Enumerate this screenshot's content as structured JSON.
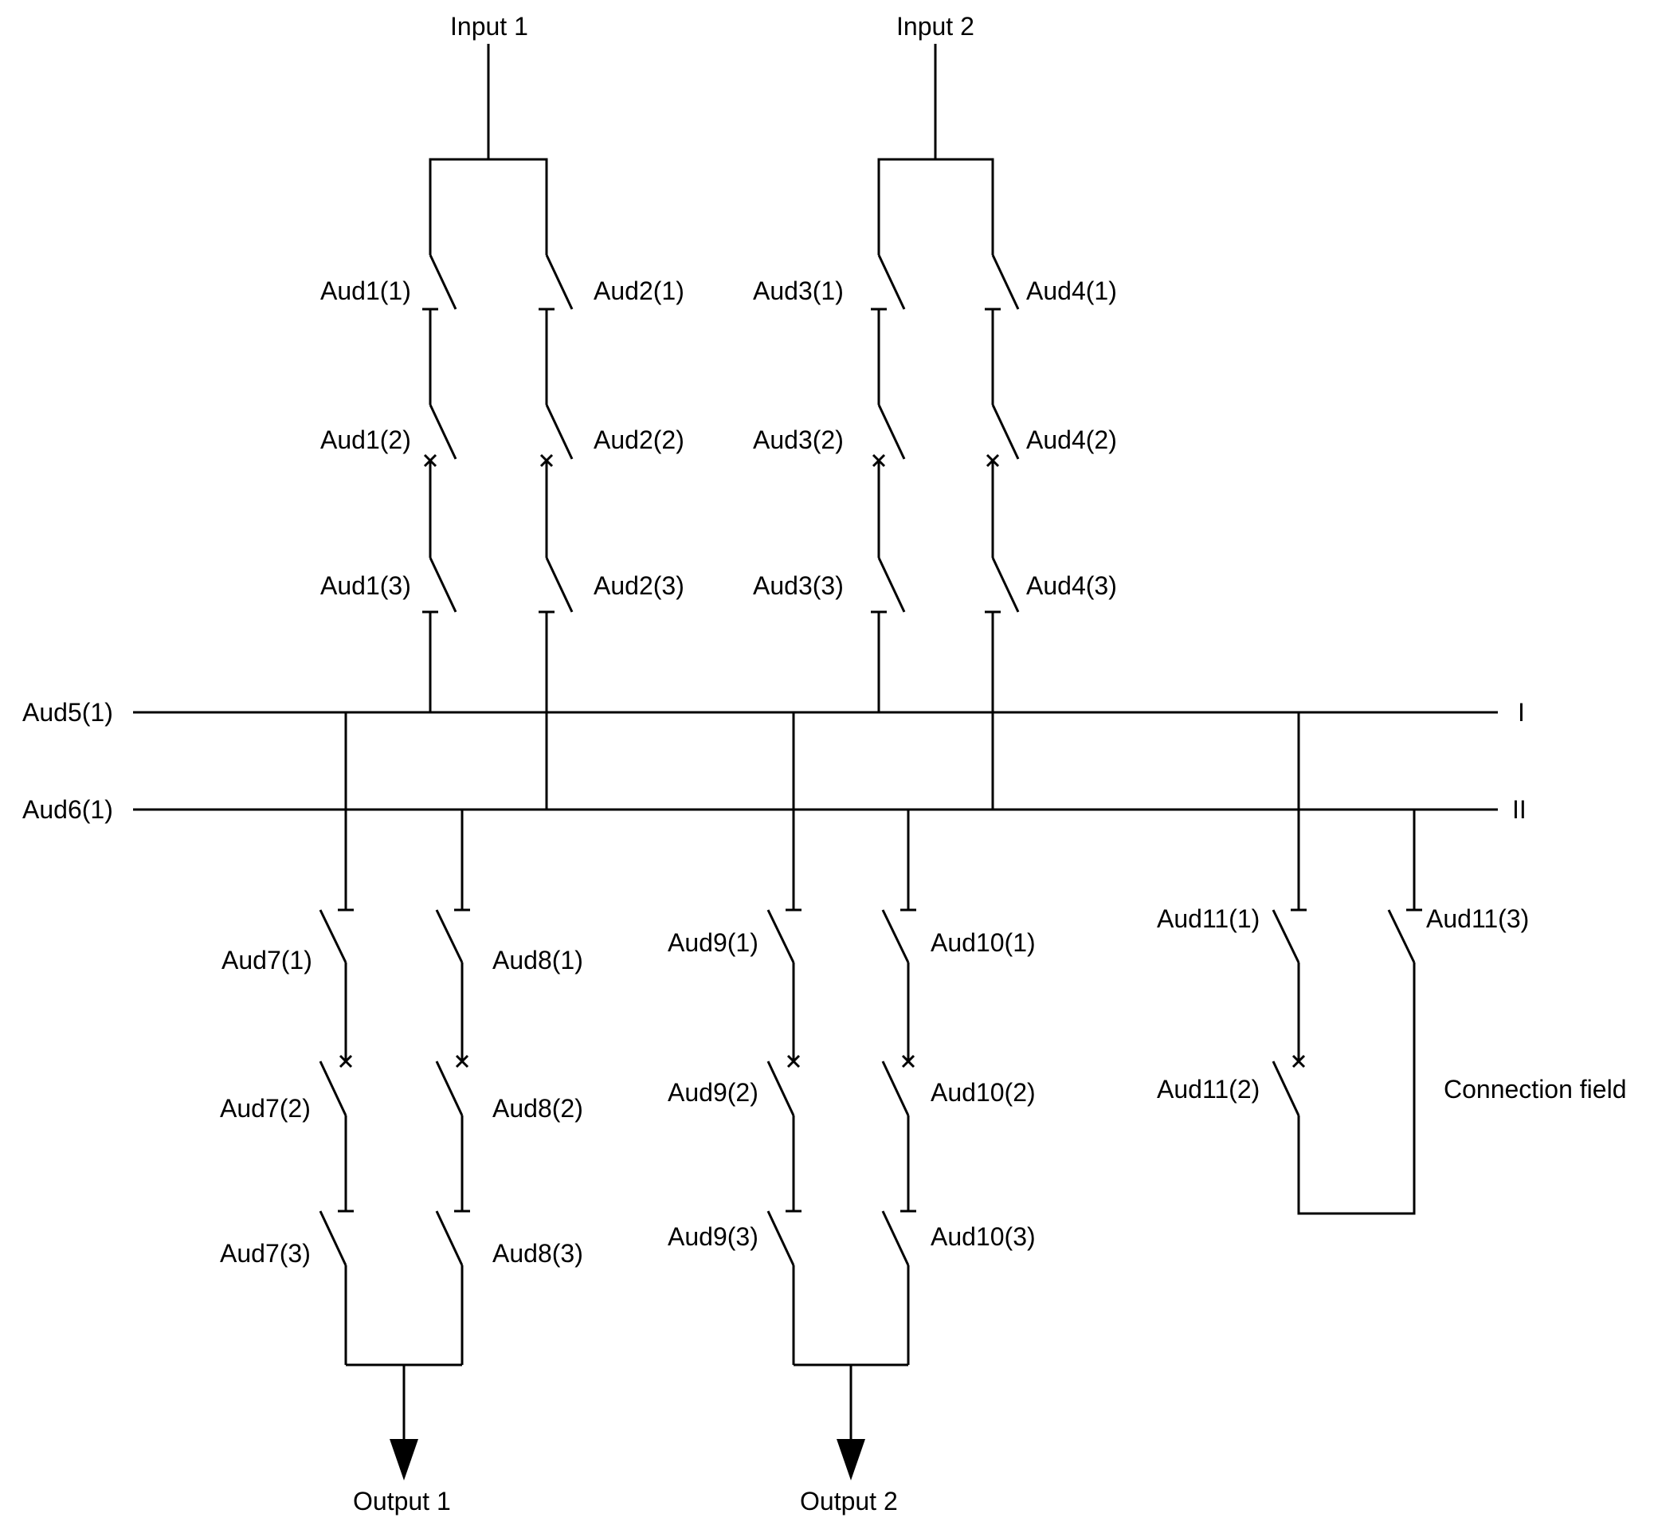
{
  "inputs": [
    "Input 1",
    "Input 2"
  ],
  "outputs": [
    "Output 1",
    "Output 2"
  ],
  "busbars": {
    "bus1": {
      "name": "Aud5(1)",
      "roman": "I"
    },
    "bus2": {
      "name": "Aud6(1)",
      "roman": "II"
    }
  },
  "switches": {
    "aud1_1": "Aud1(1)",
    "aud1_2": "Aud1(2)",
    "aud1_3": "Aud1(3)",
    "aud2_1": "Aud2(1)",
    "aud2_2": "Aud2(2)",
    "aud2_3": "Aud2(3)",
    "aud3_1": "Aud3(1)",
    "aud3_2": "Aud3(2)",
    "aud3_3": "Aud3(3)",
    "aud4_1": "Aud4(1)",
    "aud4_2": "Aud4(2)",
    "aud4_3": "Aud4(3)",
    "aud7_1": "Aud7(1)",
    "aud7_2": "Aud7(2)",
    "aud7_3": "Aud7(3)",
    "aud8_1": "Aud8(1)",
    "aud8_2": "Aud8(2)",
    "aud8_3": "Aud8(3)",
    "aud9_1": "Aud9(1)",
    "aud9_2": "Aud9(2)",
    "aud9_3": "Aud9(3)",
    "aud10_1": "Aud10(1)",
    "aud10_2": "Aud10(2)",
    "aud10_3": "Aud10(3)",
    "aud11_1": "Aud11(1)",
    "aud11_2": "Aud11(2)",
    "aud11_3": "Aud11(3)"
  },
  "connection_field_label": "Connection field"
}
